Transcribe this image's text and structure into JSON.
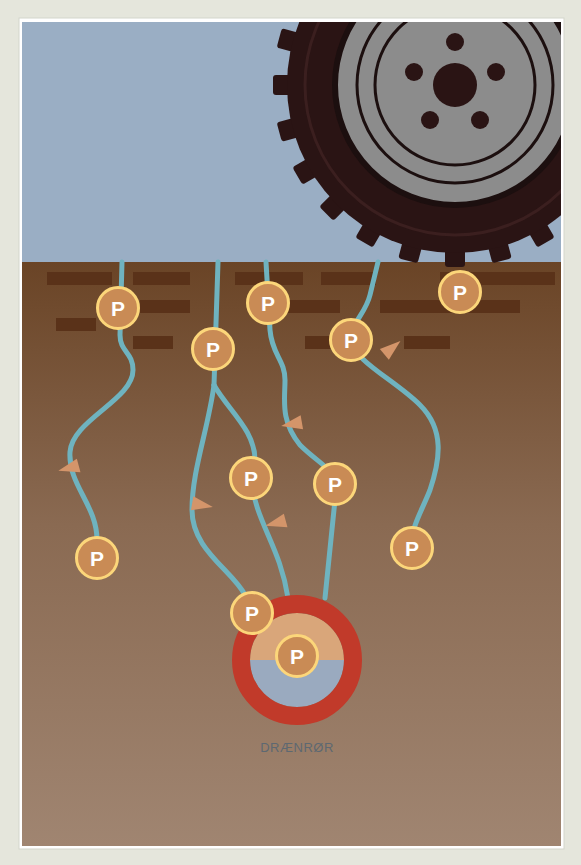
{
  "diagram": {
    "nodes": [
      {
        "text": [
          "P"
        ]
      },
      {
        "text": [
          "P"
        ]
      },
      {
        "text": [
          "P"
        ]
      },
      {
        "text": [
          "P"
        ]
      },
      {
        "text": [
          "P"
        ]
      },
      {
        "text": [
          "P"
        ]
      },
      {
        "text": [
          "P"
        ]
      },
      {
        "text": [
          "P"
        ]
      },
      {
        "text": [
          "P"
        ]
      },
      {
        "text": [
          "P"
        ]
      },
      {
        "text": [
          "DRÆNRØR"
        ]
      },
      {
        "text": [
          "P"
        ],
        "in": 10
      }
    ]
  }
}
